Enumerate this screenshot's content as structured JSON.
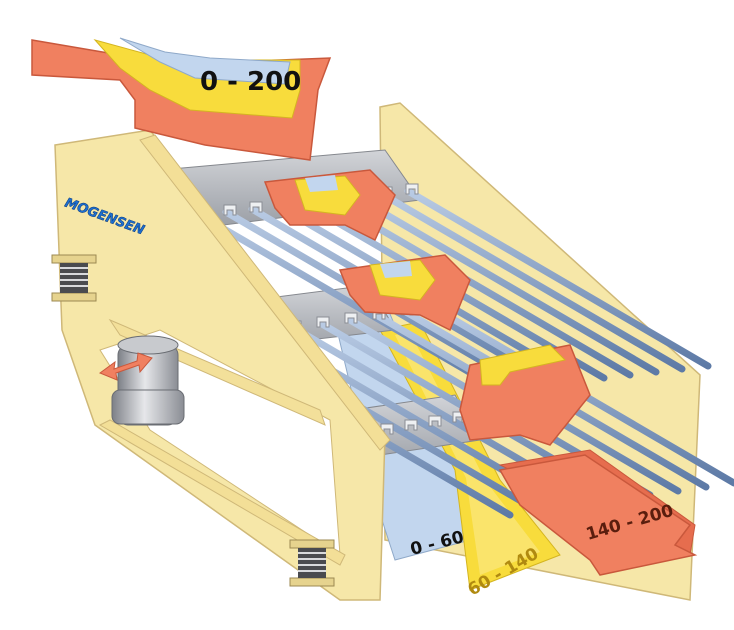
{
  "diagram": {
    "brand": "MOGENSEN",
    "feed_label": "0 - 200",
    "fraction_fine": "0 - 60",
    "fraction_medium": "60 - 140",
    "fraction_coarse": "140 - 200",
    "colors": {
      "frame": "#f6e7a8",
      "frame_edge": "#cfb878",
      "coarse": "#f08060",
      "coarse_edge": "#c9583c",
      "medium": "#f8dc3c",
      "fine": "#c2d6ee",
      "rods": "#7f9cc4",
      "steel": "#b9bcc2"
    }
  }
}
